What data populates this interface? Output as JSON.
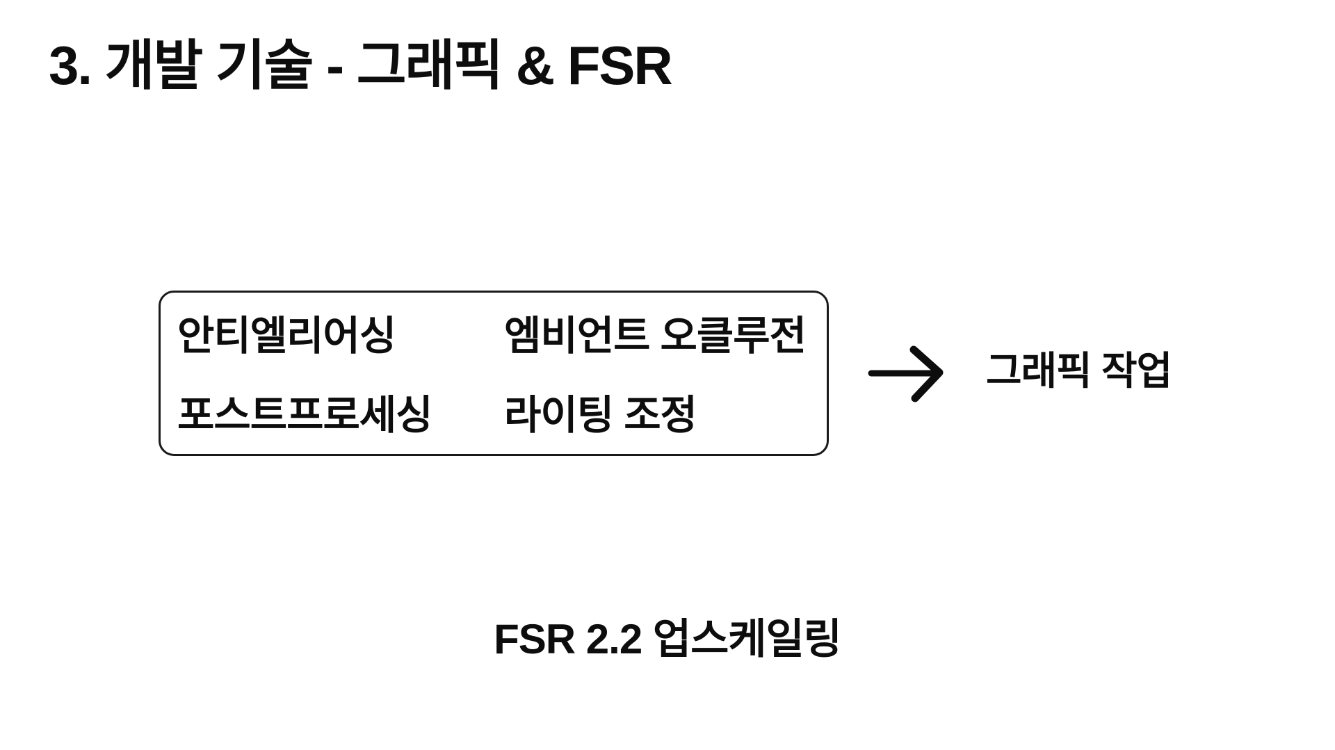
{
  "slide": {
    "title": "3. 개발 기술 - 그래픽 & FSR",
    "tech_box": {
      "items": [
        "안티엘리어싱",
        "엠비언트 오클루전",
        "포스트프로세싱",
        "라이팅 조정"
      ]
    },
    "arrow": {
      "icon": "right-arrow-icon",
      "target_label": "그래픽 작업"
    },
    "footer_label": "FSR 2.2 업스케일링",
    "colors": {
      "background": "#ffffff",
      "text": "#0d0d0d",
      "box_border": "#1a1a1a"
    }
  }
}
